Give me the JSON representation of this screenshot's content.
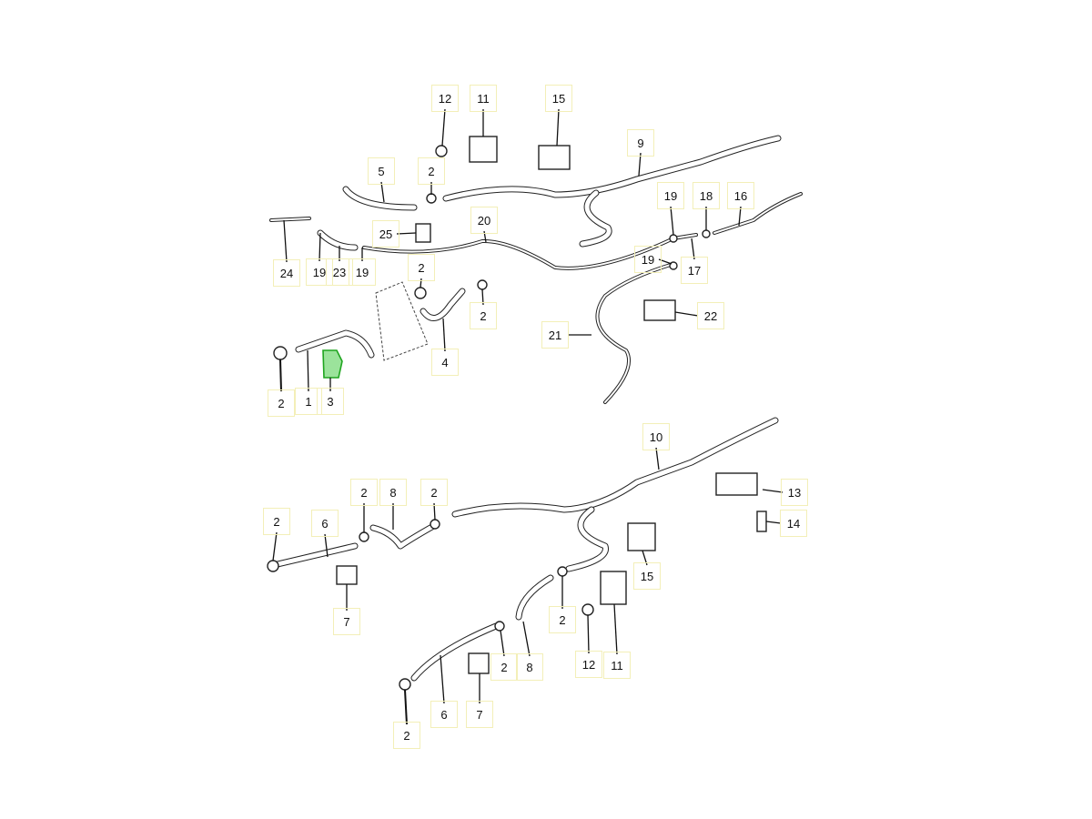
{
  "diagram": {
    "title_visible": false,
    "highlight_color": "#22bb22",
    "labels": {
      "t12": "12",
      "t11": "11",
      "t15": "15",
      "t9": "9",
      "t5": "5",
      "t2a": "2",
      "t19a": "19",
      "t18": "18",
      "t16": "16",
      "t20": "20",
      "t25": "25",
      "t24": "24",
      "t19b": "19",
      "t23": "23",
      "t19c": "19",
      "t2b": "2",
      "t19d": "19",
      "t17": "17",
      "t2c": "2",
      "t22": "22",
      "t21": "21",
      "t4": "4",
      "t2d": "2",
      "t1": "1",
      "t3": "3",
      "b10": "10",
      "b13": "13",
      "b2a": "2",
      "b8a": "8",
      "b2b": "2",
      "b2c": "2",
      "b6a": "6",
      "b14": "14",
      "b15": "15",
      "b7a": "7",
      "b2d": "2",
      "b12": "12",
      "b11": "11",
      "b2e": "2",
      "b8b": "8",
      "b6b": "6",
      "b7b": "7",
      "b2f": "2"
    }
  }
}
